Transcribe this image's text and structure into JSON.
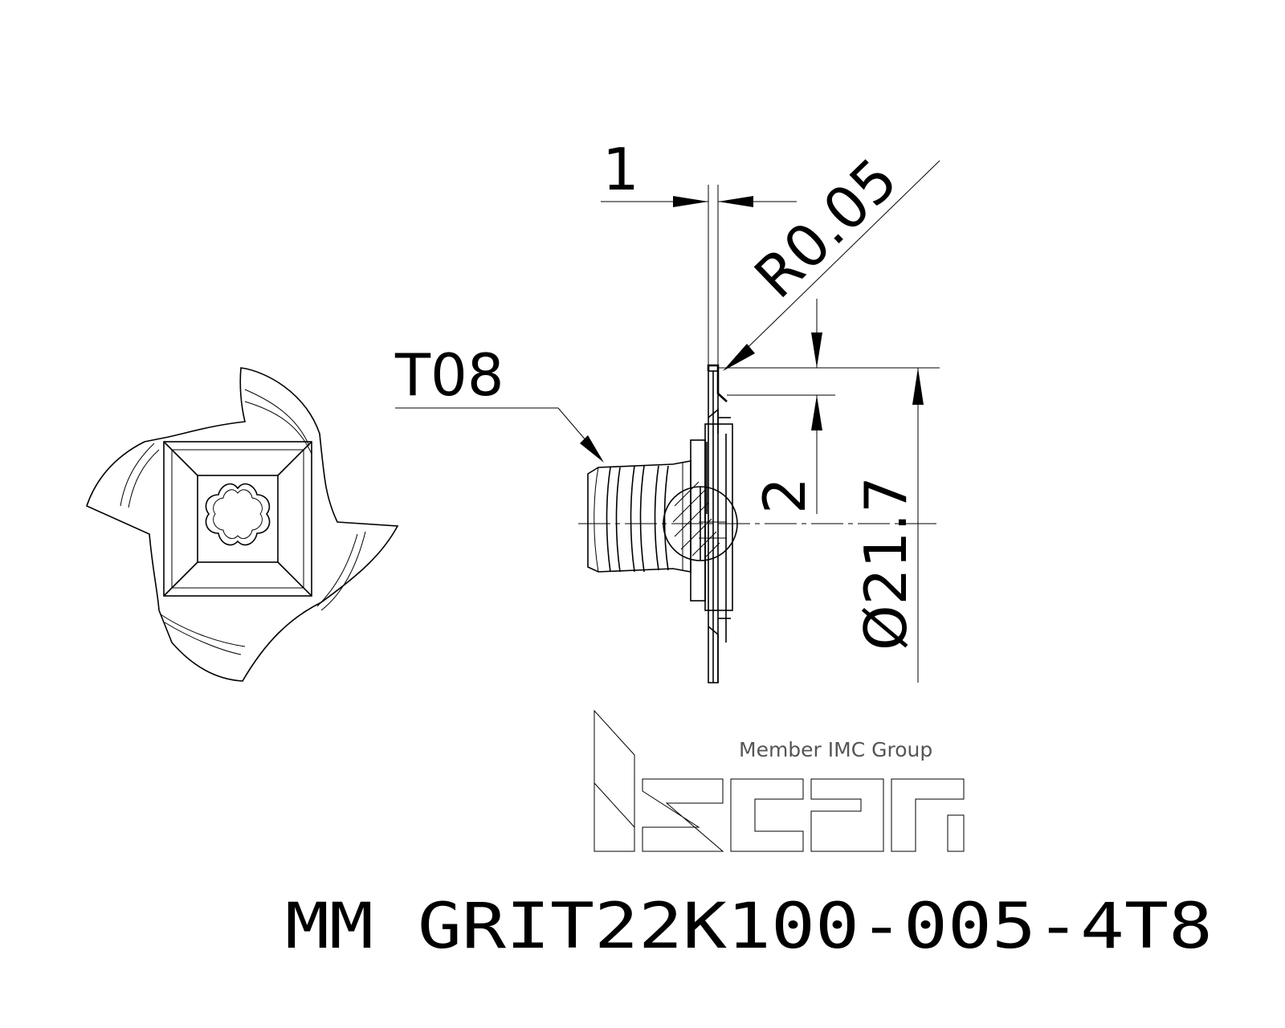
{
  "dimensions": {
    "width_label": "1",
    "radius_label": "R0.05",
    "height_label": "2",
    "diameter_label": "Ø21.7",
    "key_label": "T08"
  },
  "logo": {
    "tagline": "Member IMC Group",
    "brand": "iscar"
  },
  "part_number": "MM GRIT22K100-005-4T8"
}
